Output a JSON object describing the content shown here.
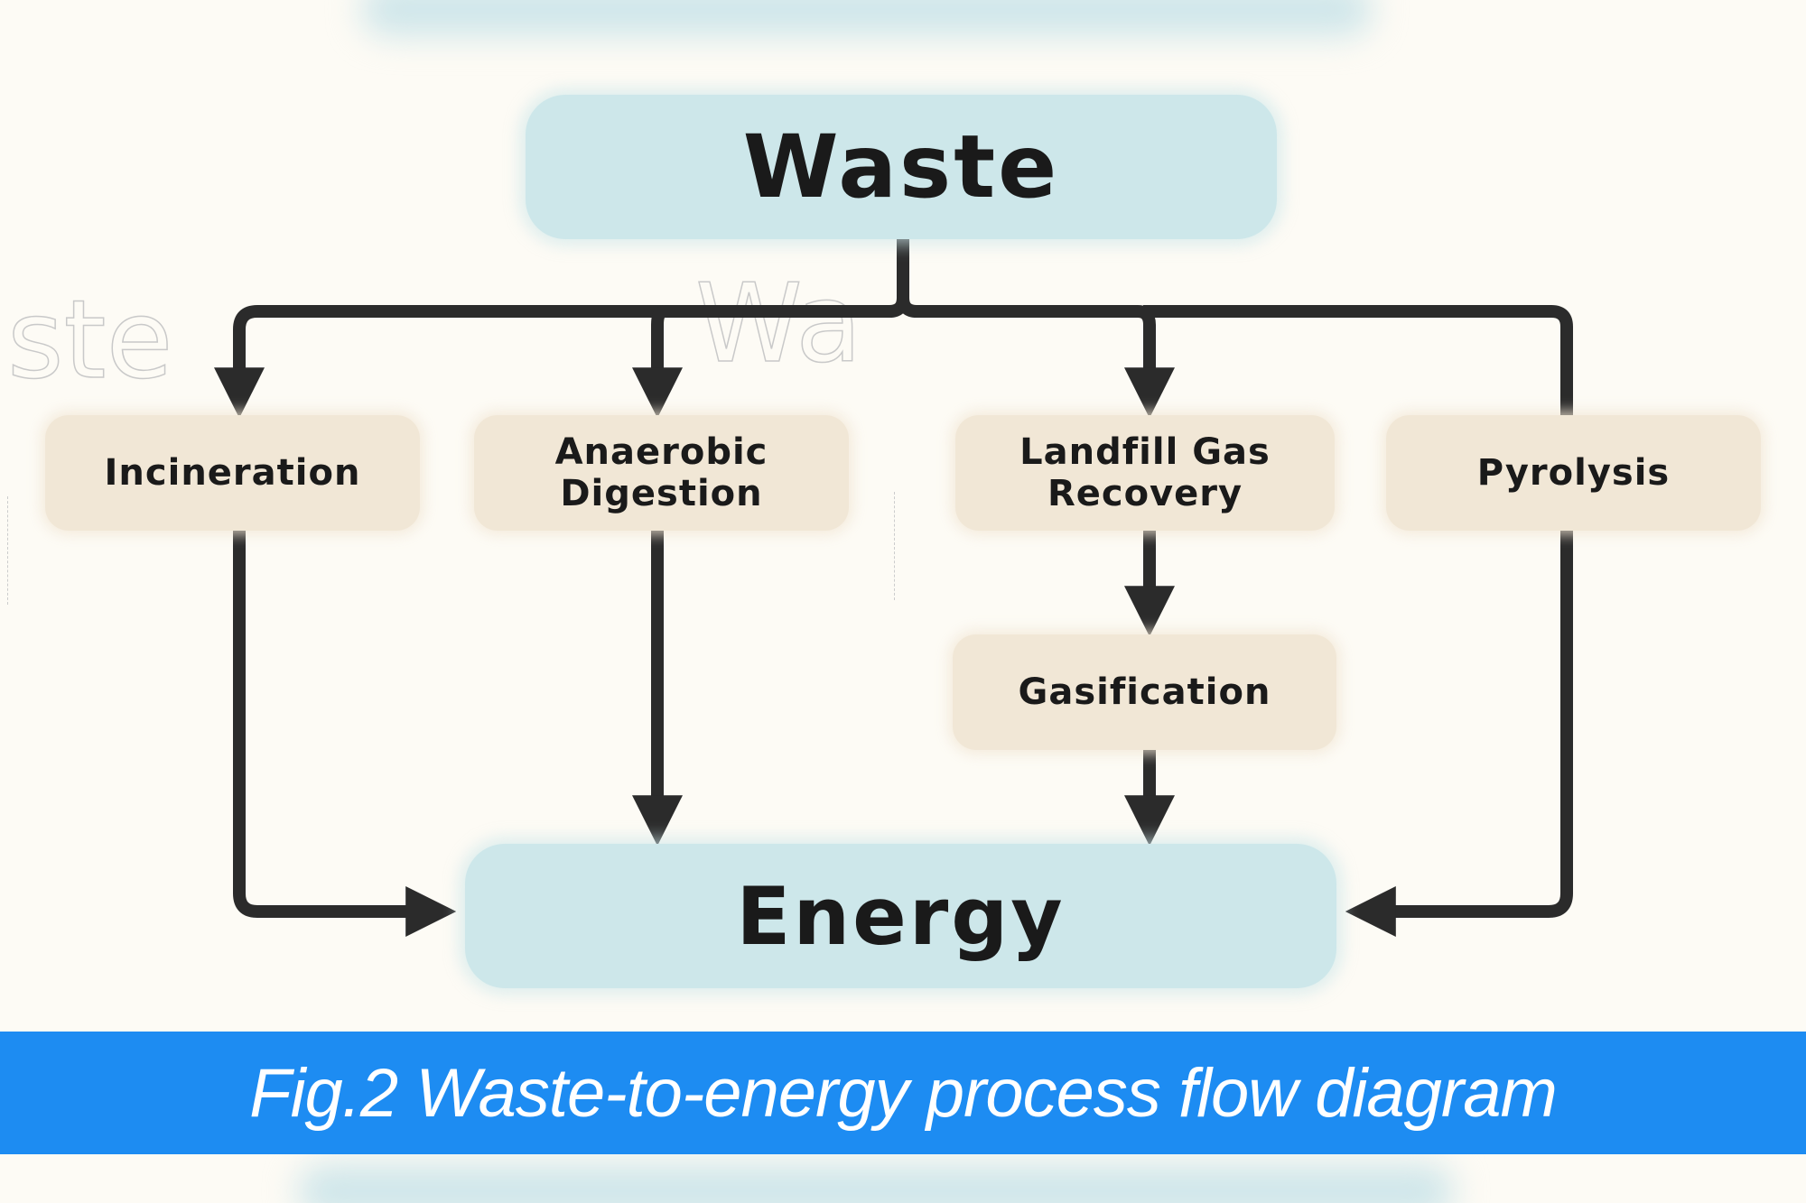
{
  "diagram": {
    "source": "Waste",
    "target": "Energy",
    "processes": [
      {
        "id": "incineration",
        "label": "Incineration"
      },
      {
        "id": "anaerobic",
        "label": "Anaerobic\nDigestion"
      },
      {
        "id": "landfill",
        "label": "Landfill Gas\nRecovery"
      },
      {
        "id": "pyrolysis",
        "label": "Pyrolysis"
      },
      {
        "id": "gasification",
        "label": "Gasification"
      }
    ],
    "edges": [
      [
        "Waste",
        "Incineration"
      ],
      [
        "Waste",
        "Anaerobic Digestion"
      ],
      [
        "Waste",
        "Landfill Gas Recovery"
      ],
      [
        "Waste",
        "Pyrolysis"
      ],
      [
        "Landfill Gas Recovery",
        "Gasification"
      ],
      [
        "Incineration",
        "Energy"
      ],
      [
        "Anaerobic Digestion",
        "Energy"
      ],
      [
        "Gasification",
        "Energy"
      ],
      [
        "Pyrolysis",
        "Energy"
      ]
    ]
  },
  "caption": "Fig.2 Waste-to-energy process flow diagram",
  "colors": {
    "background": "#fdfbf5",
    "main_node": "#cde7ea",
    "process_node": "#f1e7d6",
    "arrow": "#2b2b2b",
    "caption_bar": "#1d8cf2",
    "caption_text": "#ffffff"
  }
}
